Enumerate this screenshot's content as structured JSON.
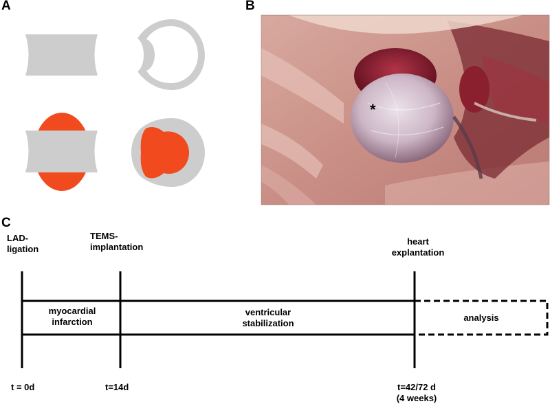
{
  "colors": {
    "gray": "#cdcdcd",
    "orange": "#f04a1e",
    "line": "#000000"
  },
  "panel_a": {
    "label": "A"
  },
  "panel_b": {
    "label": "B",
    "asterisk": "*"
  },
  "panel_c": {
    "label": "C",
    "events": {
      "lad_line1": "LAD-",
      "lad_line2": "ligation",
      "tems_line1": "TEMS-",
      "tems_line2": "implantation",
      "heart_line1": "heart",
      "heart_line2": "explantation"
    },
    "phases": {
      "mi_line1": "myocardial",
      "mi_line2": "infarction",
      "vs_line1": "ventricular",
      "vs_line2": "stabilization",
      "analysis": "analysis"
    },
    "times": {
      "t0": "t = 0d",
      "t14": "t=14d",
      "t42": "t=42/72 d",
      "t42_note": "(4 weeks)"
    }
  }
}
